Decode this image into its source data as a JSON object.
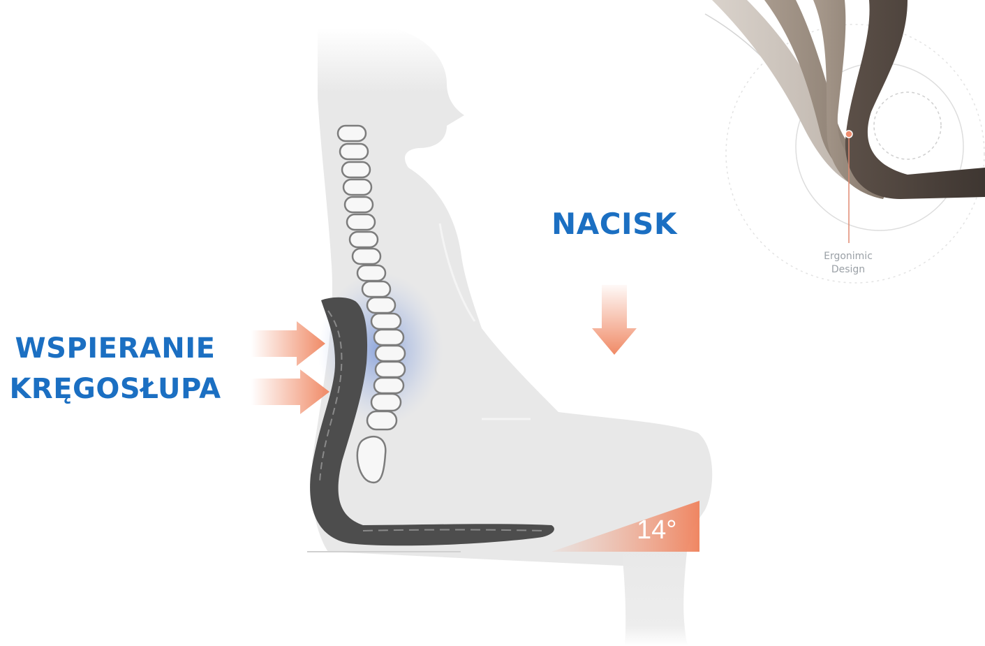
{
  "labels": {
    "support_line1": "WSPIERANIE",
    "support_line2": "KRĘGOSŁUPA",
    "pressure": "NACISK",
    "angle": "14°"
  },
  "inset": {
    "caption_line1": "Ergonimic",
    "caption_line2": "Design"
  },
  "colors": {
    "label_blue": "#1b6fc2",
    "arrow_salmon": "#f0906f",
    "silhouette_gray": "#e6e6e6",
    "chair_dark": "#4a4a4a",
    "spine_glow_blue": "#6f8fd8"
  }
}
